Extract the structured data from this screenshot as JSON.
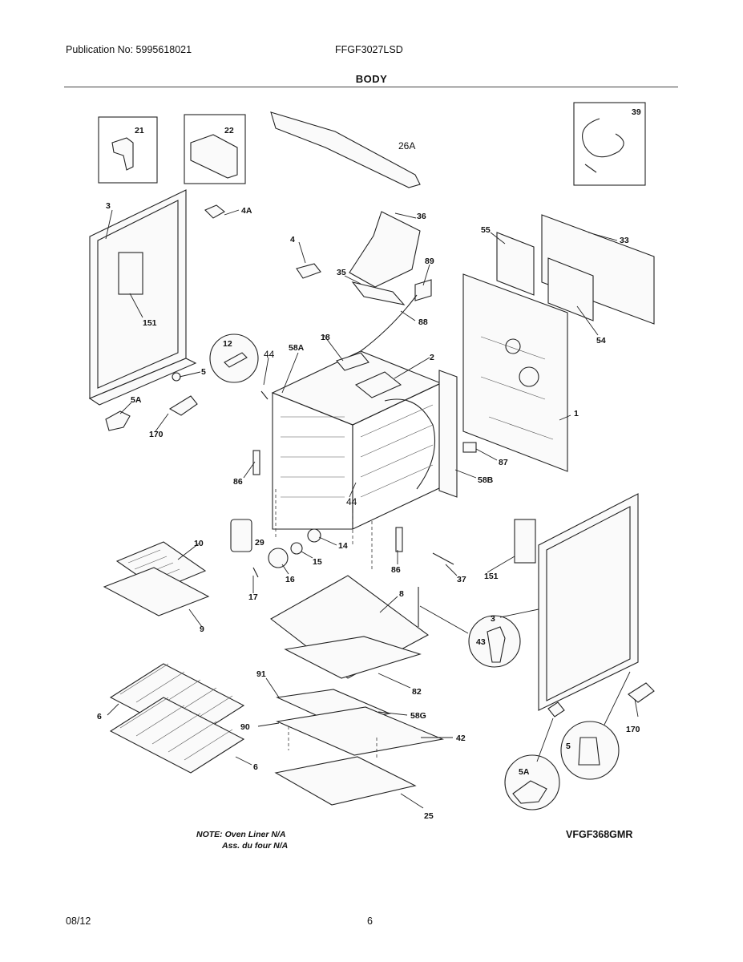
{
  "header": {
    "publication": "Publication No: 5995618021",
    "model": "FFGF3027LSD",
    "section": "BODY"
  },
  "diagram": {
    "callouts": [
      "21",
      "22",
      "26A",
      "39",
      "3",
      "4A",
      "36",
      "4",
      "33",
      "55",
      "89",
      "35",
      "88",
      "151",
      "54",
      "12",
      "44",
      "58A",
      "18",
      "2",
      "5",
      "1",
      "5A",
      "170",
      "87",
      "86",
      "58B",
      "44",
      "10",
      "29",
      "14",
      "15",
      "16",
      "86",
      "37",
      "151",
      "3",
      "17",
      "9",
      "8",
      "43",
      "91",
      "82",
      "58G",
      "6",
      "90",
      "42",
      "6",
      "25",
      "5A",
      "5",
      "170"
    ]
  },
  "notes": {
    "line1": "NOTE: Oven Liner N/A",
    "line2": "Ass. du four N/A"
  },
  "code": "VFGF368GMR",
  "footer": {
    "date": "08/12",
    "page": "6"
  }
}
